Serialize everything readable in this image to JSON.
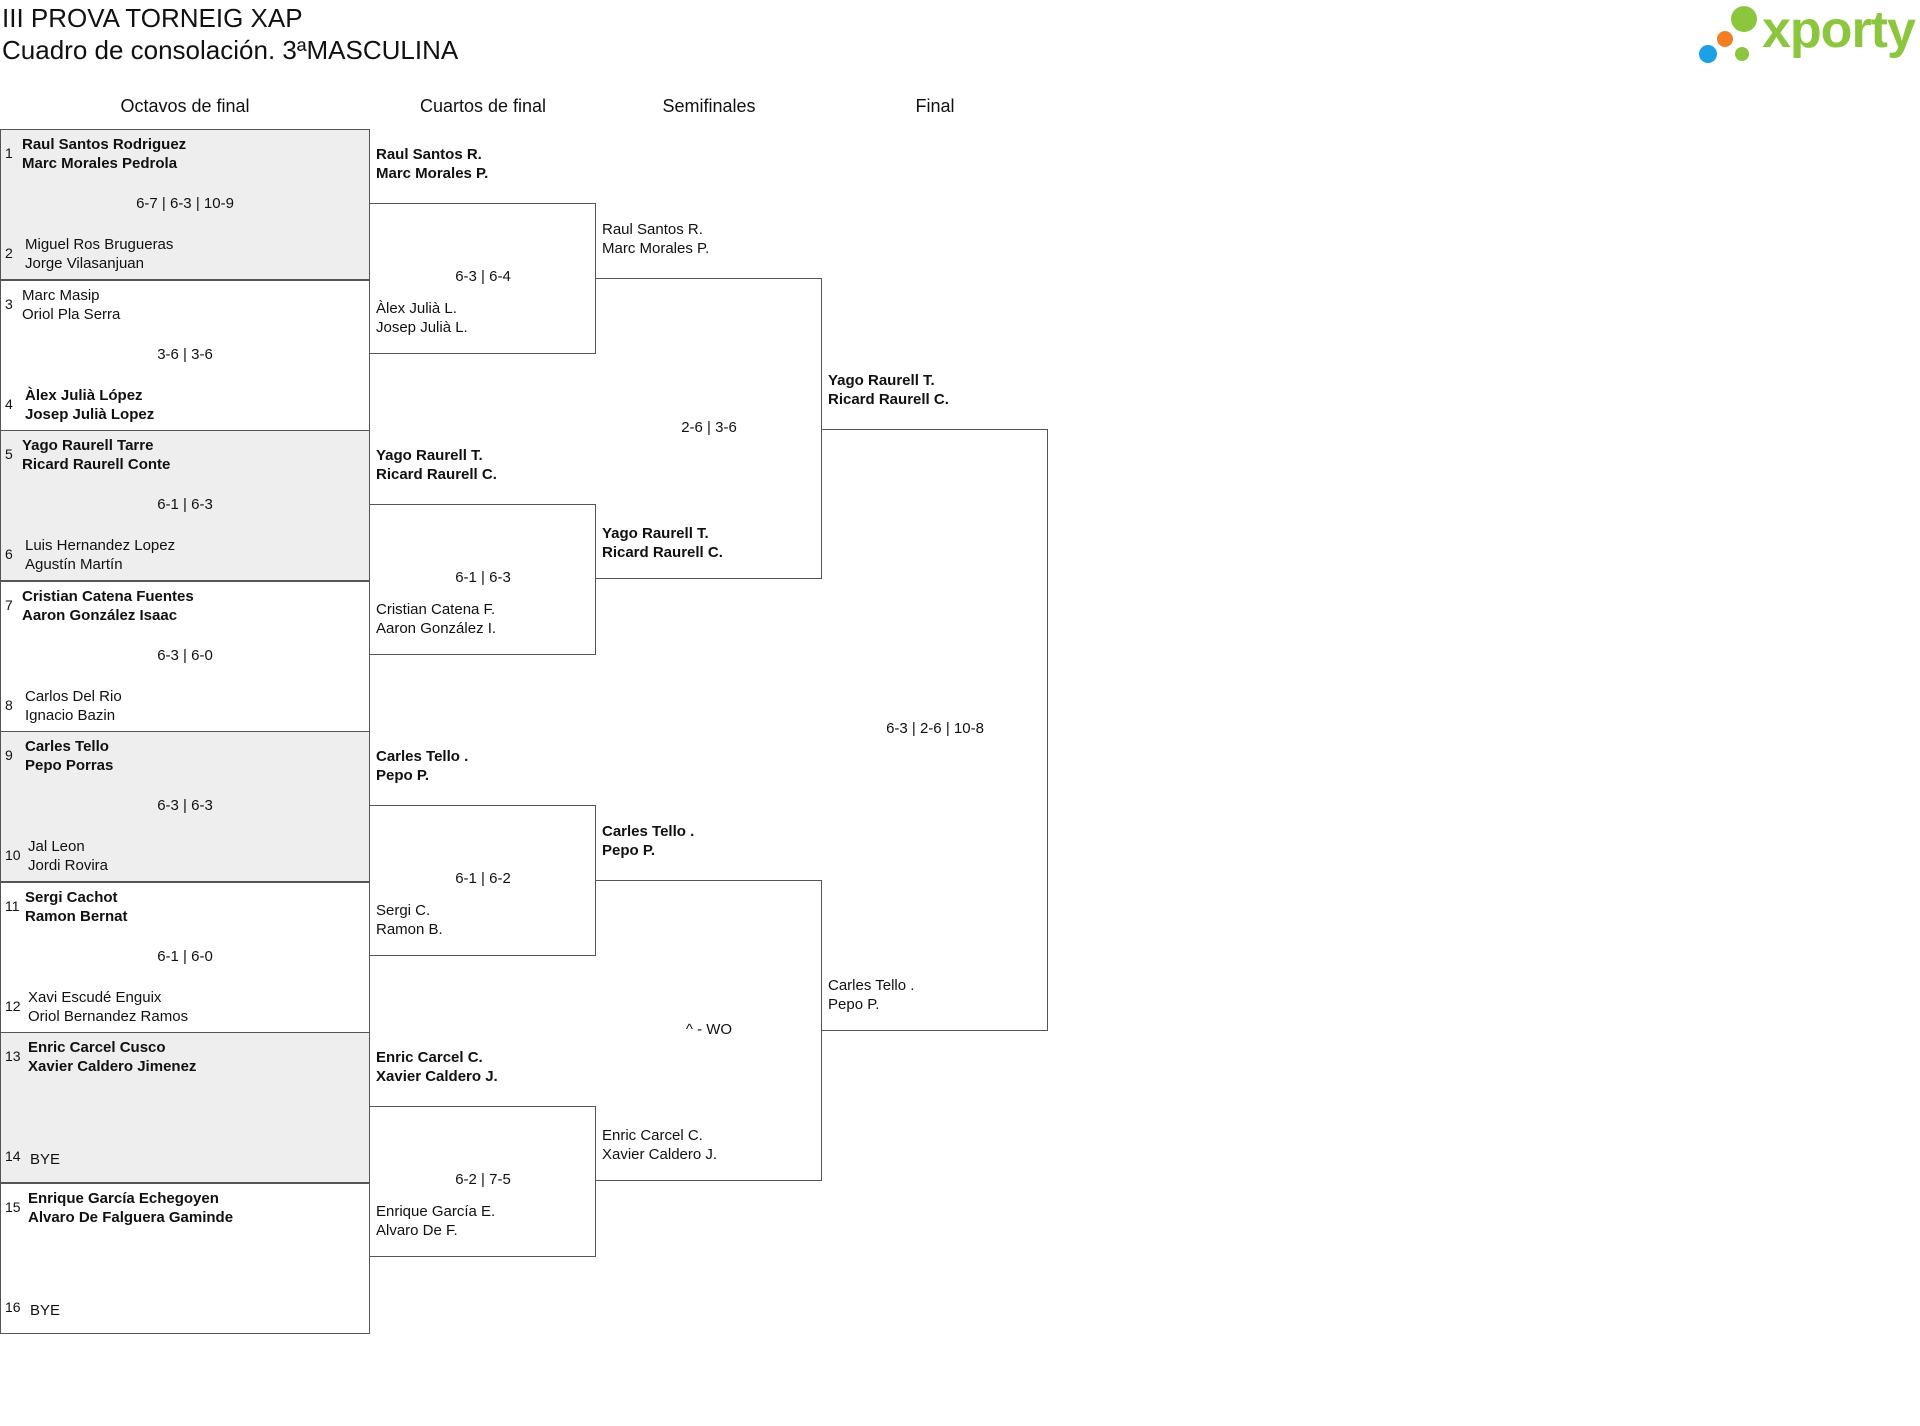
{
  "title": "III PROVA TORNEIG XAP",
  "subtitle": "Cuadro de consolación. 3ªMASCULINA",
  "logo": {
    "text": "xporty",
    "colors": {
      "green": "#8cc63f",
      "orange": "#f07f24",
      "blue": "#1ea0e6"
    }
  },
  "colors": {
    "shaded_box": "#eeeeee",
    "border": "#555555"
  },
  "rounds": [
    "Octavos de final",
    "Cuartos de final",
    "Semifinales",
    "Final"
  ],
  "octavos": [
    {
      "seed_top": "1",
      "top": [
        "Raul Santos Rodriguez",
        "Marc Morales Pedrola"
      ],
      "top_winner": true,
      "score": "6-7 | 6-3 | 10-9",
      "seed_bottom": "2",
      "bottom": [
        "Miguel Ros Brugueras",
        "Jorge Vilasanjuan"
      ],
      "bottom_winner": false
    },
    {
      "seed_top": "3",
      "top": [
        "Marc Masip",
        "Oriol Pla Serra"
      ],
      "top_winner": false,
      "score": "3-6 | 3-6",
      "seed_bottom": "4",
      "bottom": [
        "Àlex Julià López",
        "Josep Julià Lopez"
      ],
      "bottom_winner": true
    },
    {
      "seed_top": "5",
      "top": [
        "Yago Raurell Tarre",
        "Ricard Raurell Conte"
      ],
      "top_winner": true,
      "score": "6-1 | 6-3",
      "seed_bottom": "6",
      "bottom": [
        "Luis Hernandez Lopez",
        "Agustín Martín"
      ],
      "bottom_winner": false
    },
    {
      "seed_top": "7",
      "top": [
        "Cristian Catena Fuentes",
        "Aaron González Isaac"
      ],
      "top_winner": true,
      "score": "6-3 | 6-0",
      "seed_bottom": "8",
      "bottom": [
        "Carlos Del Rio",
        "Ignacio Bazin"
      ],
      "bottom_winner": false
    },
    {
      "seed_top": "9",
      "top": [
        "Carles Tello",
        "Pepo Porras"
      ],
      "top_winner": true,
      "score": "6-3 | 6-3",
      "seed_bottom": "10",
      "bottom": [
        "Jal Leon",
        "Jordi Rovira"
      ],
      "bottom_winner": false
    },
    {
      "seed_top": "11",
      "top": [
        "Sergi Cachot",
        "Ramon Bernat"
      ],
      "top_winner": true,
      "score": "6-1 | 6-0",
      "seed_bottom": "12",
      "bottom": [
        "Xavi Escudé Enguix",
        "Oriol Bernandez Ramos"
      ],
      "bottom_winner": false
    },
    {
      "seed_top": "13",
      "top": [
        "Enric Carcel Cusco",
        "Xavier Caldero Jimenez"
      ],
      "top_winner": true,
      "score": "",
      "seed_bottom": "14",
      "bottom": [
        "BYE",
        ""
      ],
      "bottom_winner": false
    },
    {
      "seed_top": "15",
      "top": [
        "Enrique García Echegoyen",
        "Alvaro De Falguera Gaminde"
      ],
      "top_winner": true,
      "score": "",
      "seed_bottom": "16",
      "bottom": [
        "BYE",
        ""
      ],
      "bottom_winner": false
    }
  ],
  "cuartos": [
    {
      "top": [
        "Raul Santos R.",
        "Marc Morales P."
      ],
      "top_winner": true,
      "score": "6-3 | 6-4",
      "bottom": [
        "Àlex Julià L.",
        "Josep Julià L."
      ],
      "bottom_winner": false
    },
    {
      "top": [
        "Yago Raurell T.",
        "Ricard Raurell C."
      ],
      "top_winner": true,
      "score": "6-1 | 6-3",
      "bottom": [
        "Cristian Catena F.",
        "Aaron González I."
      ],
      "bottom_winner": false
    },
    {
      "top": [
        "Carles Tello .",
        "Pepo P."
      ],
      "top_winner": true,
      "score": "6-1 | 6-2",
      "bottom": [
        "Sergi C.",
        "Ramon B."
      ],
      "bottom_winner": false
    },
    {
      "top": [
        "Enric Carcel C.",
        "Xavier Caldero J."
      ],
      "top_winner": true,
      "score": "6-2 | 7-5",
      "bottom": [
        "Enrique García E.",
        "Alvaro De F."
      ],
      "bottom_winner": false
    }
  ],
  "semifinales": [
    {
      "top": [
        "Raul Santos R.",
        "Marc Morales P."
      ],
      "top_winner": false,
      "score": "2-6 | 3-6",
      "bottom": [
        "Yago Raurell T.",
        "Ricard Raurell C."
      ],
      "bottom_winner": true
    },
    {
      "top": [
        "Carles Tello .",
        "Pepo P."
      ],
      "top_winner": true,
      "score": "^ - WO",
      "bottom": [
        "Enric Carcel C.",
        "Xavier Caldero J."
      ],
      "bottom_winner": false
    }
  ],
  "final": [
    {
      "top": [
        "Yago Raurell T.",
        "Ricard Raurell C."
      ],
      "top_winner": true,
      "score": "6-3 | 2-6 | 10-8",
      "bottom": [
        "Carles Tello .",
        "Pepo P."
      ],
      "bottom_winner": false
    }
  ]
}
